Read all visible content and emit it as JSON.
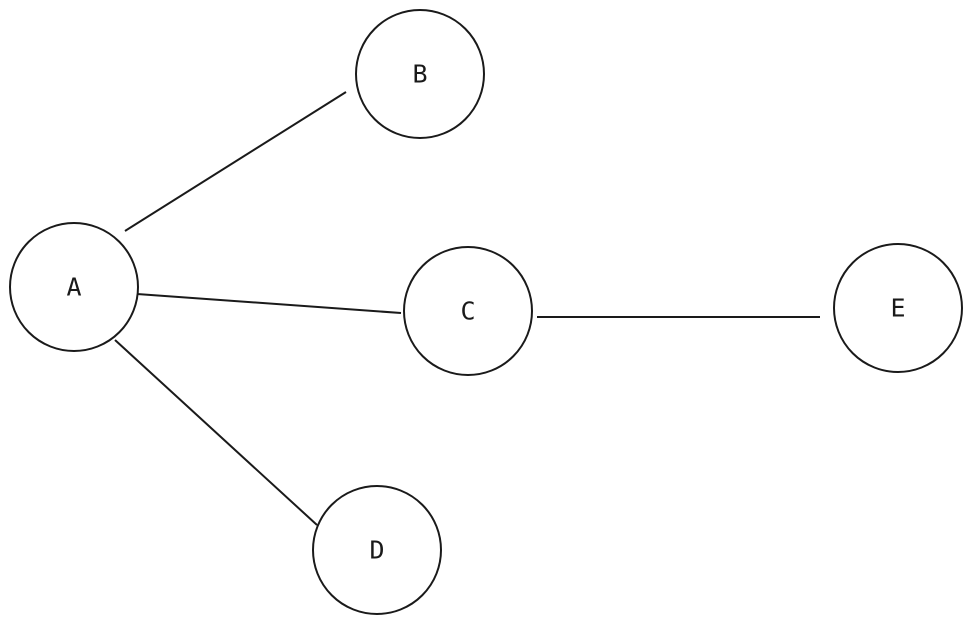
{
  "graph": {
    "nodes": [
      {
        "id": "A",
        "label": "A"
      },
      {
        "id": "B",
        "label": "B"
      },
      {
        "id": "C",
        "label": "C"
      },
      {
        "id": "D",
        "label": "D"
      },
      {
        "id": "E",
        "label": "E"
      }
    ],
    "edges": [
      {
        "from": "A",
        "to": "B"
      },
      {
        "from": "A",
        "to": "C"
      },
      {
        "from": "A",
        "to": "D"
      },
      {
        "from": "C",
        "to": "E"
      }
    ],
    "colors": {
      "stroke": "#1a1a1a",
      "node_fill": "#ffffff",
      "background": "#ffffff"
    }
  }
}
